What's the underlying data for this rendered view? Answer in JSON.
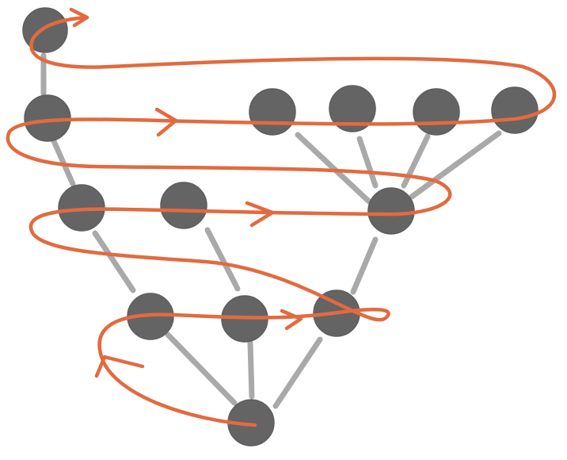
{
  "colors": {
    "node": "#646464",
    "edge": "#9a9a9a",
    "traversal": "#e36a3f",
    "background": "#ffffff"
  },
  "graph": {
    "nodes": [
      {
        "id": "n1",
        "level": 0
      },
      {
        "id": "n2",
        "level": 1
      },
      {
        "id": "n3",
        "level": 1
      },
      {
        "id": "n4",
        "level": 1
      },
      {
        "id": "n5",
        "level": 1
      },
      {
        "id": "n6",
        "level": 1
      },
      {
        "id": "n7",
        "level": 2
      },
      {
        "id": "n8",
        "level": 2
      },
      {
        "id": "n9",
        "level": 2
      },
      {
        "id": "n10",
        "level": 3
      },
      {
        "id": "n11",
        "level": 3
      },
      {
        "id": "n12",
        "level": 3
      },
      {
        "id": "n13",
        "level": 4
      }
    ],
    "edges": [
      [
        "n1",
        "n2"
      ],
      [
        "n2",
        "n7"
      ],
      [
        "n3",
        "n9"
      ],
      [
        "n4",
        "n9"
      ],
      [
        "n5",
        "n9"
      ],
      [
        "n6",
        "n9"
      ],
      [
        "n7",
        "n10"
      ],
      [
        "n8",
        "n11"
      ],
      [
        "n9",
        "n12"
      ],
      [
        "n10",
        "n13"
      ],
      [
        "n11",
        "n13"
      ],
      [
        "n12",
        "n13"
      ]
    ],
    "traversal": {
      "style": "hand-drawn",
      "direction": "bottom-to-top",
      "order": [
        "n13",
        "n10",
        "n11",
        "n12",
        "n9",
        "n8",
        "n7",
        "n2",
        "n3",
        "n4",
        "n5",
        "n6",
        "n1"
      ]
    }
  }
}
